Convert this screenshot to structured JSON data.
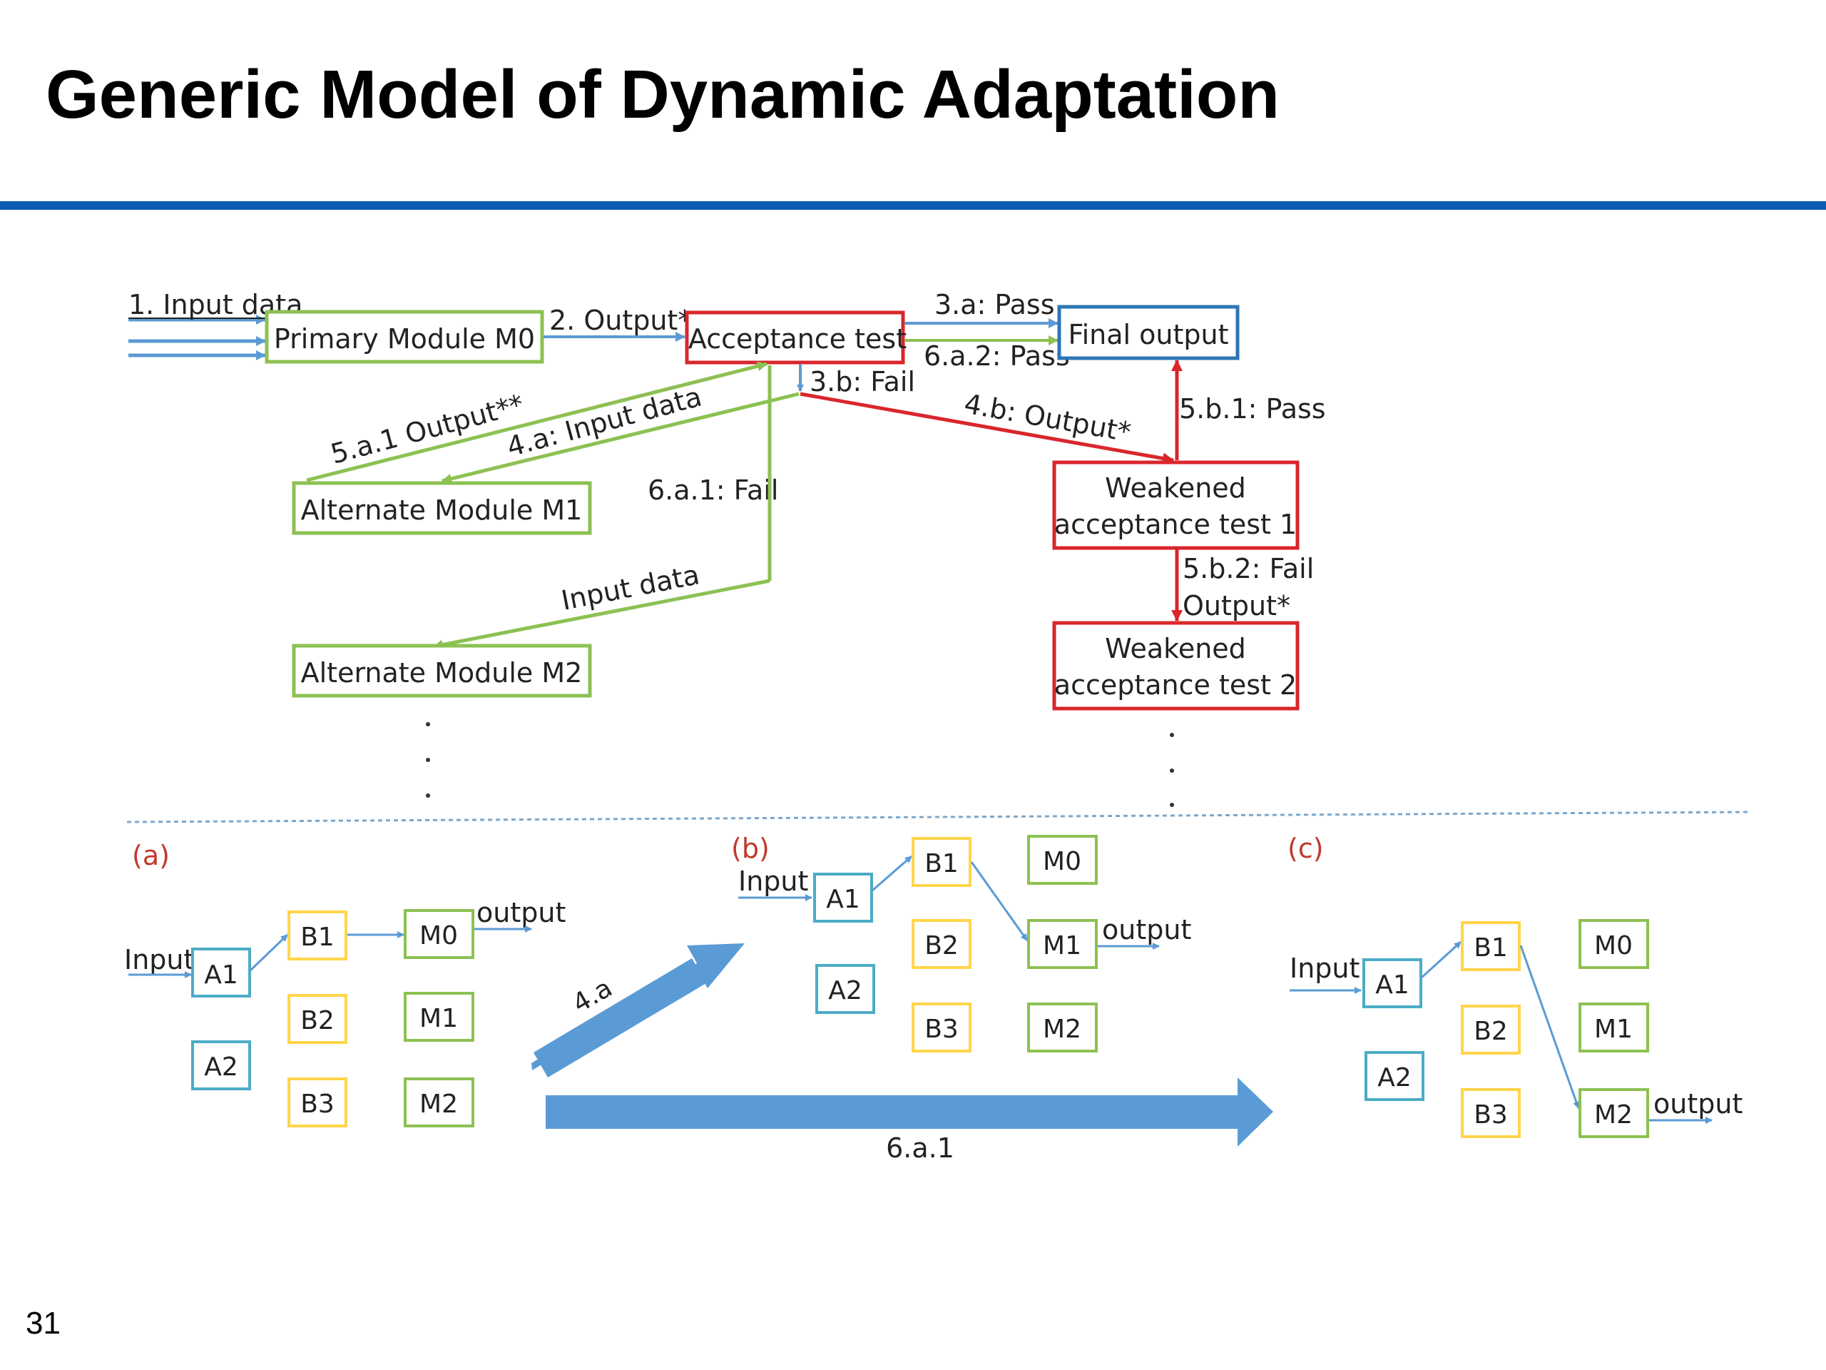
{
  "slide": {
    "title": "Generic Model of Dynamic Adaptation",
    "page_number": "31"
  },
  "colors": {
    "rule": "#0a5db3",
    "green": "#8cc152",
    "red": "#d9262c",
    "blue": "#2e75b6",
    "cyan": "#4bacc6",
    "yellow": "#ffd54a",
    "arrow": "#5b9bd5",
    "panel_label": "#c0392b"
  },
  "flow": {
    "boxes": {
      "m0": "Primary Module M0",
      "accept": "Acceptance test",
      "final": "Final output",
      "m1": "Alternate Module M1",
      "m2": "Alternate Module M2",
      "weak1_l1": "Weakened",
      "weak1_l2": "acceptance test 1",
      "weak2_l1": "Weakened",
      "weak2_l2": "acceptance test 2"
    },
    "labels": {
      "input": "1. Input data",
      "output2": "2. Output*",
      "pass3a": "3.a: Pass",
      "pass6a2": "6.a.2: Pass",
      "fail3b": "3.b: Fail",
      "out5a1": "5.a.1 Output**",
      "in4a": "4.a: Input data",
      "fail6a1": "6.a.1: Fail",
      "out4b": "4.b: Output*",
      "pass5b1": "5.b.1: Pass",
      "fail5b2": "5.b.2: Fail",
      "out5b2": "Output*",
      "indata": "Input data"
    }
  },
  "panels": {
    "a": {
      "label": "(a)",
      "input": "Input",
      "output": "output",
      "boxes": [
        "A1",
        "A2",
        "B1",
        "B2",
        "B3",
        "M0",
        "M1",
        "M2"
      ]
    },
    "b": {
      "label": "(b)",
      "input": "Input",
      "output": "output",
      "boxes": [
        "A1",
        "A2",
        "B1",
        "B2",
        "B3",
        "M0",
        "M1",
        "M2"
      ]
    },
    "c": {
      "label": "(c)",
      "input": "Input",
      "output": "output",
      "boxes": [
        "A1",
        "A2",
        "B1",
        "B2",
        "B3",
        "M0",
        "M1",
        "M2"
      ]
    },
    "arrow_up_label": "4.a",
    "arrow_right_label": "6.a.1"
  }
}
